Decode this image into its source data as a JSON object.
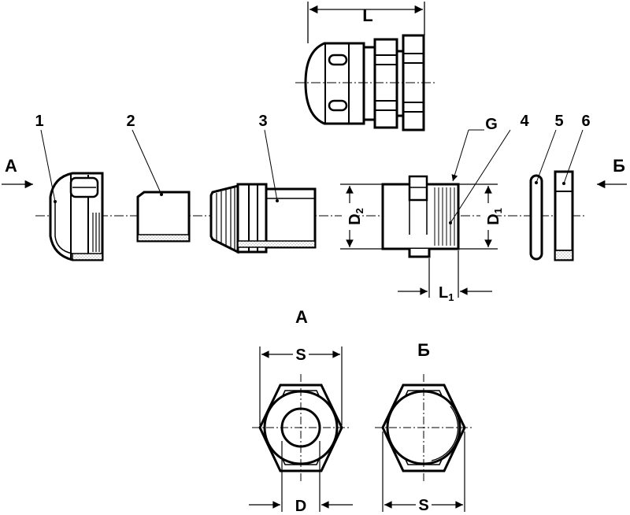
{
  "colors": {
    "ink": "#000000",
    "hatch": "#9a9a9a",
    "paper": "#ffffff"
  },
  "dimensions": {
    "L": "L",
    "D": "D",
    "D_sub": "2",
    "D2_base": "D",
    "D2_sub": "2",
    "D1_base": "D",
    "D1_sub": "1",
    "L1_base": "L",
    "L1_sub": "1",
    "G": "G",
    "S_front": "S",
    "S_back": "S",
    "D_front": "D"
  },
  "callouts": [
    "1",
    "2",
    "3",
    "4",
    "5",
    "6"
  ],
  "views": {
    "a": "А",
    "b": "Б"
  },
  "view_titles": {
    "a": "А",
    "b": "Б"
  }
}
